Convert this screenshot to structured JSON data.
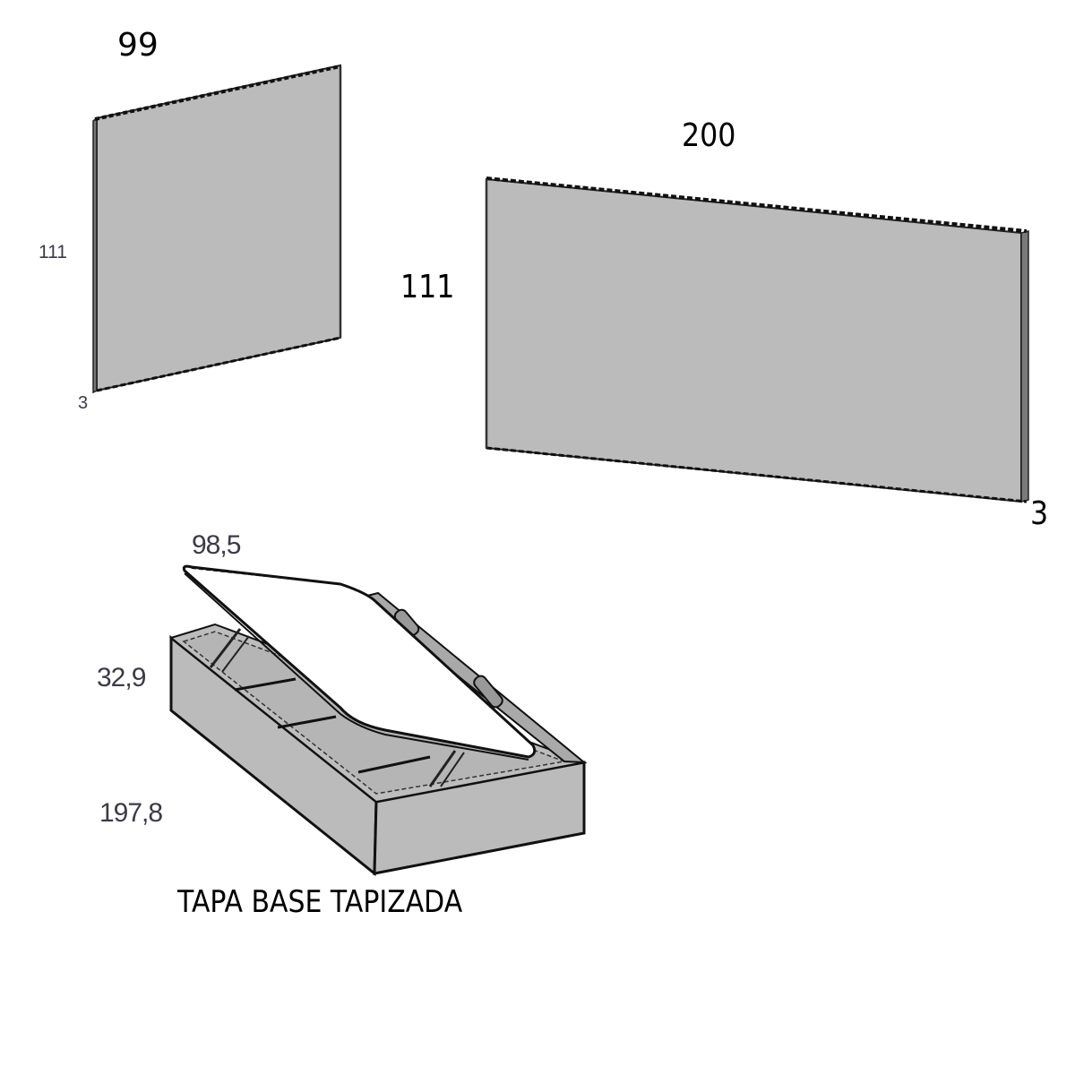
{
  "panels": {
    "small_headboard": {
      "width_label": "99",
      "height_label": "111",
      "depth_label": "3"
    },
    "large_headboard": {
      "width_label": "200",
      "height_label": "111",
      "depth_label": "3"
    },
    "storage_base": {
      "width_label": "98,5",
      "height_label": "32,9",
      "length_label": "197,8",
      "caption": "TAPA BASE TAPIZADA"
    }
  },
  "colors": {
    "panel_fill": "#bbbbbb",
    "panel_edge": "#555555",
    "outline": "#111111",
    "lid_fill": "#ffffff",
    "background": "#ffffff"
  }
}
